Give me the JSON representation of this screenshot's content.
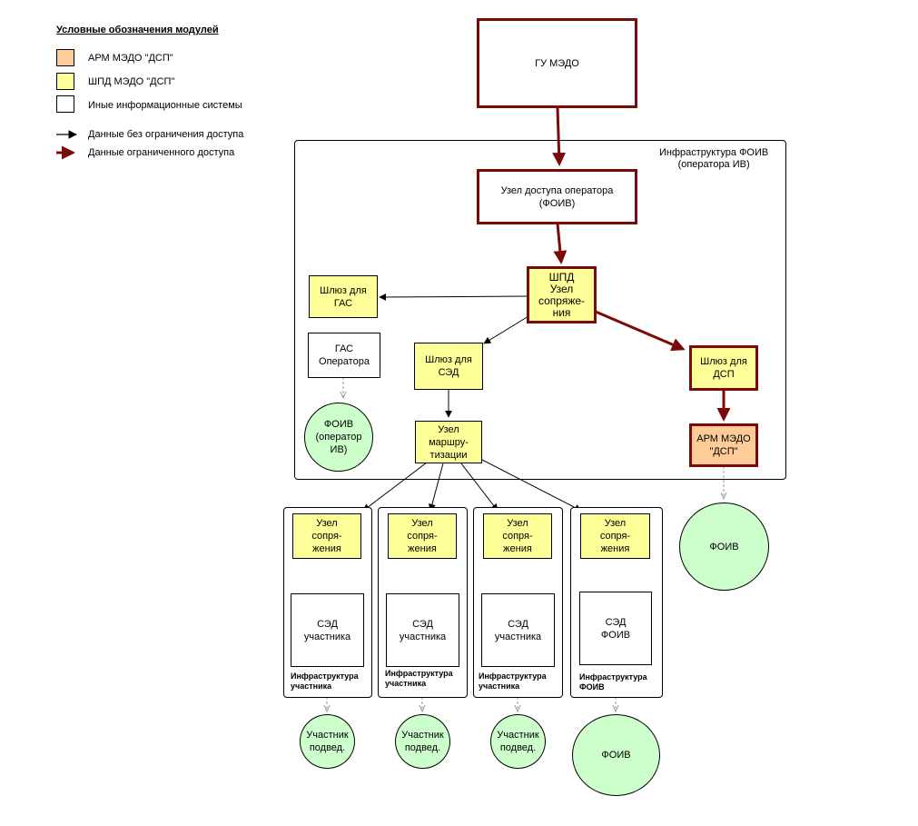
{
  "legend": {
    "title": "Условные обозначения модулей",
    "items": [
      {
        "label": "АРМ МЭДО \"ДСП\"",
        "fill": "#ffcc99"
      },
      {
        "label": "ШПД МЭДО \"ДСП\"",
        "fill": "#ffff99"
      },
      {
        "label": "Иные информационные системы",
        "fill": "#ffffff"
      }
    ],
    "arrows": [
      {
        "label": "Данные без ограничения доступа",
        "color": "#000000"
      },
      {
        "label": "Данные ограниченного доступа",
        "color": "#7b0a0a"
      }
    ]
  },
  "colors": {
    "restricted": "#7b0a0a",
    "yellow": "#ffff99",
    "orange": "#ffcc99",
    "green": "#ccffcc"
  },
  "nodes": {
    "gu_medo": "ГУ МЭДО",
    "infra_foiv_label": "Инфраструктура ФОИВ\n(оператора ИВ)",
    "operator_access_node": "Узел доступа оператора\n(ФОИВ)",
    "shpd_node": "ШПД\nУзел\nсопряже-\nния",
    "gateway_gas": "Шлюз для\nГАС",
    "gas_operator": "ГАС\nОператора",
    "foiv_operator": "ФОИВ\n(оператор\nИВ)",
    "gateway_sed": "Шлюз для\nСЭД",
    "routing_node": "Узел\nмаршру-\nтизации",
    "gateway_dsp": "Шлюз для\nДСП",
    "arm_medo": "АРМ МЭДО\n\"ДСП\"",
    "foiv_right": "ФОИВ"
  },
  "participants": [
    {
      "node": "Узел\nсопря-\nжения",
      "sed": "СЭД\nучастника",
      "infra": "Инфраструктура\nучастника",
      "circle": "Участник\nподвед."
    },
    {
      "node": "Узел\nсопря-\nжения",
      "sed": "СЭД\nучастника",
      "infra": "Инфраструктура\nучастника",
      "circle": "Участник\nподвед."
    },
    {
      "node": "Узел\nсопря-\nжения",
      "sed": "СЭД\nучастника",
      "infra": "Инфраструктура\nучастника",
      "circle": "Участник\nподвед."
    },
    {
      "node": "Узел\nсопря-\nжения",
      "sed": "СЭД\nФОИВ",
      "infra": "Инфраструктура\nФОИВ",
      "circle": "ФОИВ"
    }
  ]
}
